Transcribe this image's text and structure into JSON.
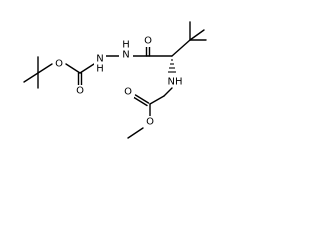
{
  "molecule": {
    "atoms": {
      "o_ester": "O",
      "o_boc_carbonyl": "O",
      "nh_1": "N",
      "h_1": "H",
      "nh_2": "N",
      "h_2": "H",
      "o_amide": "O",
      "nh_3": "NH",
      "o_carbamate_carbonyl": "O",
      "o_methoxy": "O"
    }
  }
}
